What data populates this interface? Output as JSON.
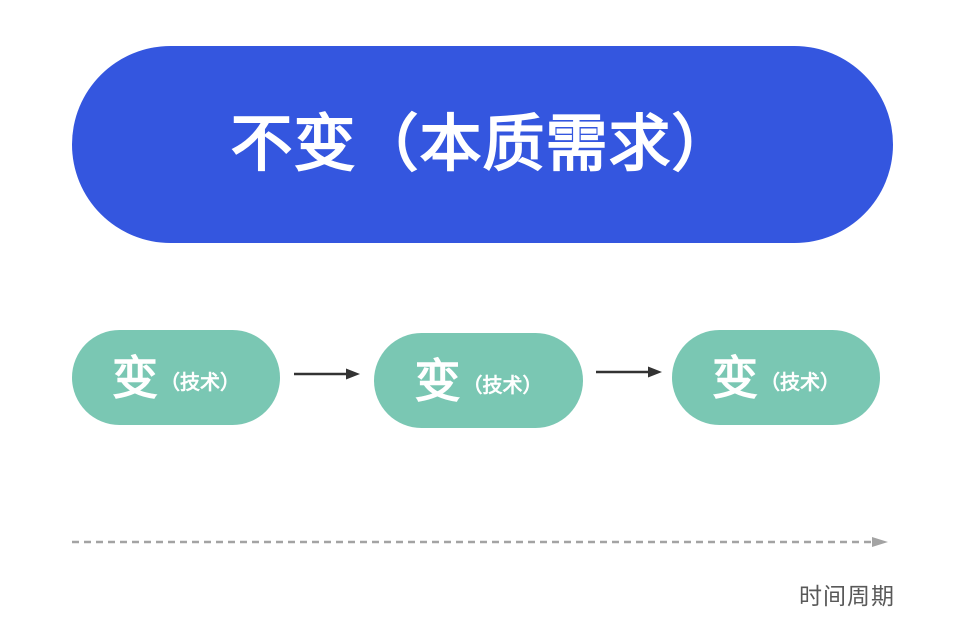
{
  "diagram": {
    "title_pill": {
      "label": "不变（本质需求）"
    },
    "change_pills": [
      {
        "main": "变",
        "sub": "（技术）"
      },
      {
        "main": "变",
        "sub": "（技术）"
      },
      {
        "main": "变",
        "sub": "（技术）"
      }
    ],
    "timeline": {
      "label": "时间周期"
    },
    "colors": {
      "title_pill_bg": "#3456DF",
      "change_pill_bg": "#7AC7B3",
      "pill_text": "#FFFFFF",
      "flow_arrow": "#333333",
      "timeline_line": "#A3A3A3",
      "timeline_label": "#595959"
    }
  }
}
